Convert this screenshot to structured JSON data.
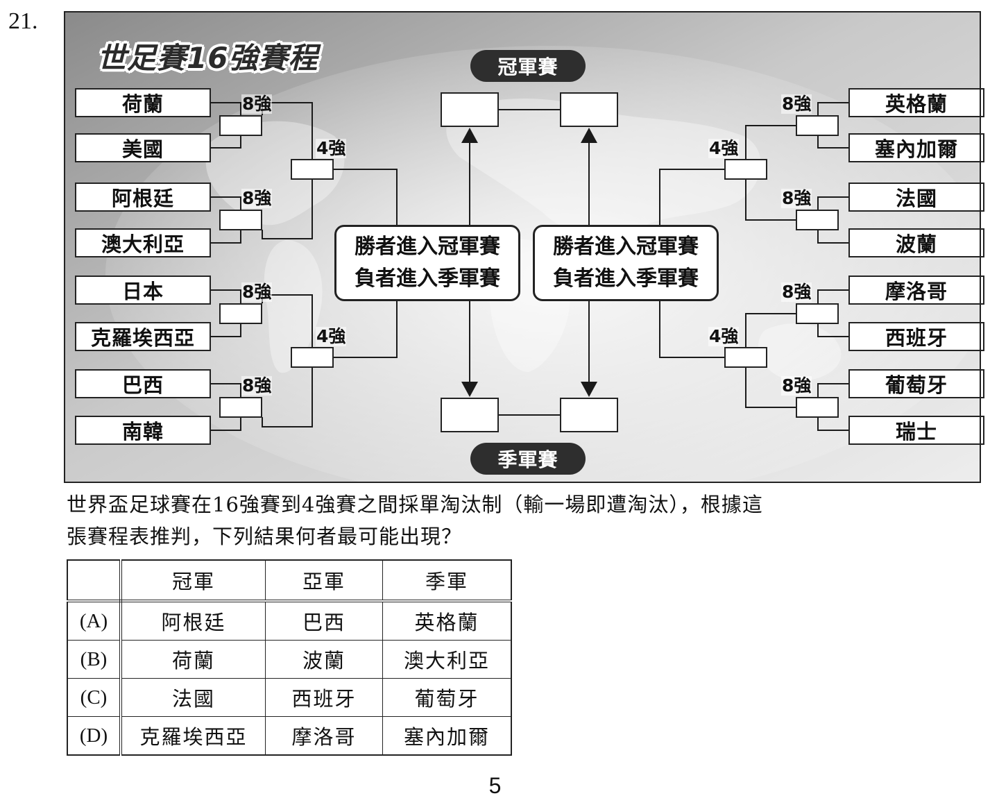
{
  "question_number": "21.",
  "figure": {
    "title": "世足賽16強賽程",
    "final_label": "冠軍賽",
    "third_place_label": "季軍賽",
    "round_of_8_label": "8強",
    "round_of_4_label": "4強",
    "note_line_1": "勝者進入冠軍賽",
    "note_line_2": "負者進入季軍賽",
    "left_teams": [
      "荷蘭",
      "美國",
      "阿根廷",
      "澳大利亞",
      "日本",
      "克羅埃西亞",
      "巴西",
      "南韓"
    ],
    "right_teams": [
      "英格蘭",
      "塞內加爾",
      "法國",
      "波蘭",
      "摩洛哥",
      "西班牙",
      "葡萄牙",
      "瑞士"
    ]
  },
  "question": {
    "line_1": "世界盃足球賽在16強賽到4強賽之間採單淘汰制（輸一場即遭淘汰），根據這",
    "line_2": "張賽程表推判，下列結果何者最可能出現？"
  },
  "options_table": {
    "headers": [
      "",
      "冠軍",
      "亞軍",
      "季軍"
    ],
    "rows": [
      {
        "key": "(A)",
        "champion": "阿根廷",
        "runner_up": "巴西",
        "third": "英格蘭"
      },
      {
        "key": "(B)",
        "champion": "荷蘭",
        "runner_up": "波蘭",
        "third": "澳大利亞"
      },
      {
        "key": "(C)",
        "champion": "法國",
        "runner_up": "西班牙",
        "third": "葡萄牙"
      },
      {
        "key": "(D)",
        "champion": "克羅埃西亞",
        "runner_up": "摩洛哥",
        "third": "塞內加爾"
      }
    ]
  },
  "page_number": "5"
}
